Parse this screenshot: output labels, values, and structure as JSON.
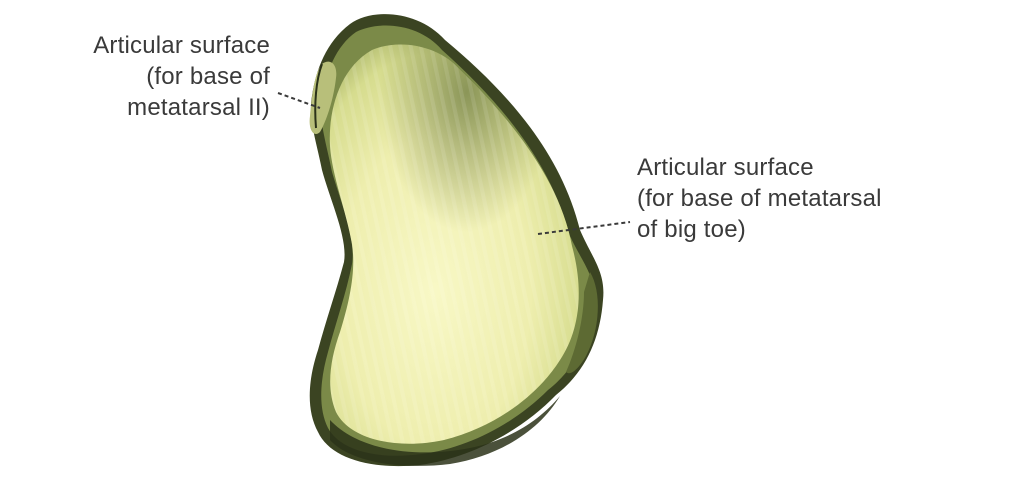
{
  "labels": {
    "left": {
      "lines": [
        "Articular surface",
        "(for base of",
        "metatarsal II)"
      ]
    },
    "right": {
      "lines": [
        "Articular surface",
        "(for base of metatarsal",
        "of big toe)"
      ]
    }
  },
  "colors": {
    "surface_light": "#f6f6bf",
    "surface_mid": "#e6e69a",
    "surface_shadow": "#8f9a5c",
    "bone_edge": "#2b3219",
    "leader_line": "#3a3a3a",
    "text": "#3a3a3a"
  }
}
